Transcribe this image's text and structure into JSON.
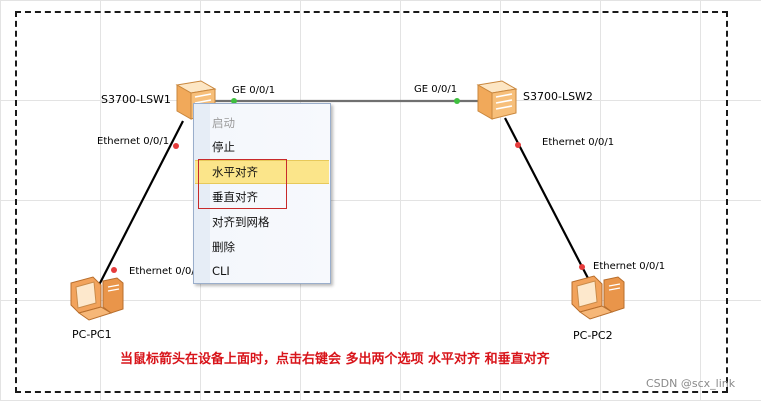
{
  "topology": {
    "devices": {
      "lsw1": {
        "name": "S3700-LSW1",
        "icon": "switch-icon"
      },
      "lsw2": {
        "name": "S3700-LSW2",
        "icon": "switch-icon"
      },
      "pc1": {
        "name": "PC-PC1",
        "icon": "pc-icon"
      },
      "pc2": {
        "name": "PC-PC2",
        "icon": "pc-icon"
      }
    },
    "ports": {
      "lsw1_ge": "GE 0/0/1",
      "lsw2_ge": "GE 0/0/1",
      "lsw1_eth": "Ethernet 0/0/1",
      "pc1_eth": "Ethernet 0/0/",
      "lsw2_eth": "Ethernet 0/0/1",
      "pc2_eth": "Ethernet 0/0/1"
    },
    "colors": {
      "port_up": "#3fbf3f",
      "port_down": "#e63b3b",
      "link": "#000000",
      "annotation": "#d8141a"
    }
  },
  "context_menu": {
    "items": [
      {
        "label": "启动",
        "enabled": false
      },
      {
        "label": "停止",
        "enabled": true
      },
      {
        "label": "水平对齐",
        "enabled": true,
        "highlighted": true
      },
      {
        "label": "垂直对齐",
        "enabled": true
      },
      {
        "label": "对齐到网格",
        "enabled": true
      },
      {
        "label": "删除",
        "enabled": true
      },
      {
        "label": "CLI",
        "enabled": true
      }
    ]
  },
  "annotation": "当鼠标箭头在设备上面时，点击右键会 多出两个选项 水平对齐 和垂直对齐",
  "watermark": "CSDN @scx_link"
}
